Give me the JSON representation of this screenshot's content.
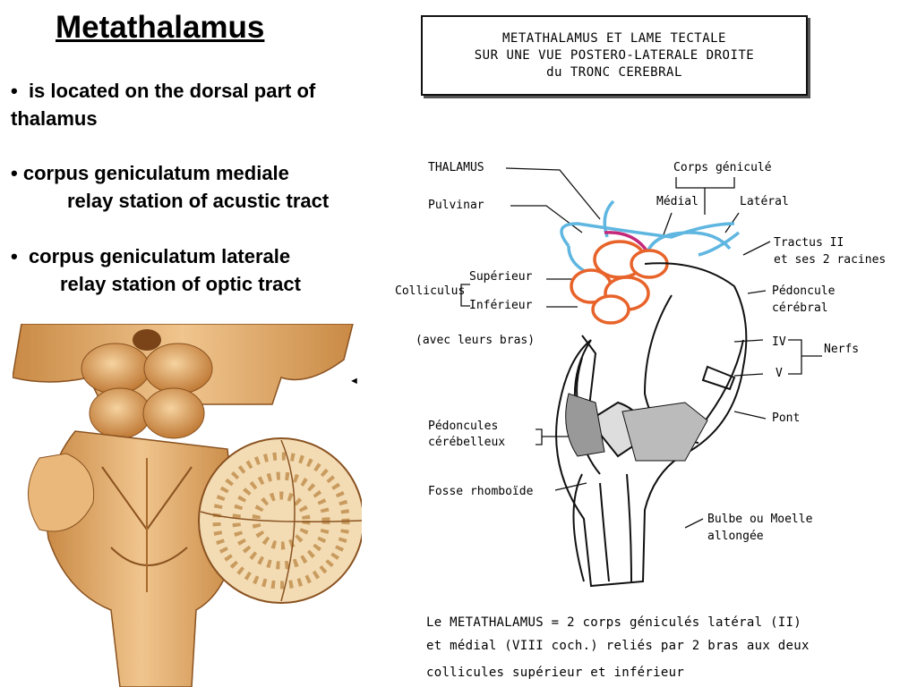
{
  "slide": {
    "title": "Metathalamus",
    "bullets": [
      {
        "marker": "•",
        "lines": [
          "is located on the dorsal part of",
          "thalamus"
        ]
      },
      {
        "marker": "•",
        "text": "corpus geniculatum mediale",
        "sub": "relay station of acustic tract"
      },
      {
        "marker": "•",
        "text": "corpus geniculatum laterale",
        "sub": "relay station of optic tract"
      }
    ]
  },
  "diagram": {
    "title_lines": [
      "METATHALAMUS ET LAME TECTALE",
      "SUR UNE VUE POSTERO-LATERALE DROITE",
      "du TRONC CEREBRAL"
    ],
    "labels": {
      "thalamus": "THALAMUS",
      "pulvinar": "Pulvinar",
      "corps_genicule": "Corps géniculé",
      "medial": "Médial",
      "lateral": "Latéral",
      "tractus": "Tractus II",
      "racines": "et ses 2 racines",
      "colliculus": "Colliculus",
      "superieur": "Supérieur",
      "inferieur": "Inférieur",
      "bras": "(avec leurs bras)",
      "pedoncule": "Pédoncule",
      "cerebral": "cérébral",
      "iv": "IV",
      "v": "V",
      "nerfs": "Nerfs",
      "pont": "Pont",
      "pedoncules": "Pédoncules",
      "cerebelleux": "cérébelleux",
      "fosse": "Fosse rhomboïde",
      "bulbe": "Bulbe ou Moelle",
      "allongee": "allongée"
    },
    "footer_lines": [
      "Le  METATHALAMUS  = 2 corps géniculés latéral (II)",
      "et médial (VIII coch.) reliés par 2 bras aux deux",
      "collicules supérieur  et inférieur"
    ]
  },
  "colors": {
    "optic_blue": "#5fb6e0",
    "colliculi_orange": "#e8632a",
    "geniculate_magenta": "#c4287a",
    "tissue_tan": "#dca96a",
    "tissue_shadow": "#a86a2e"
  }
}
